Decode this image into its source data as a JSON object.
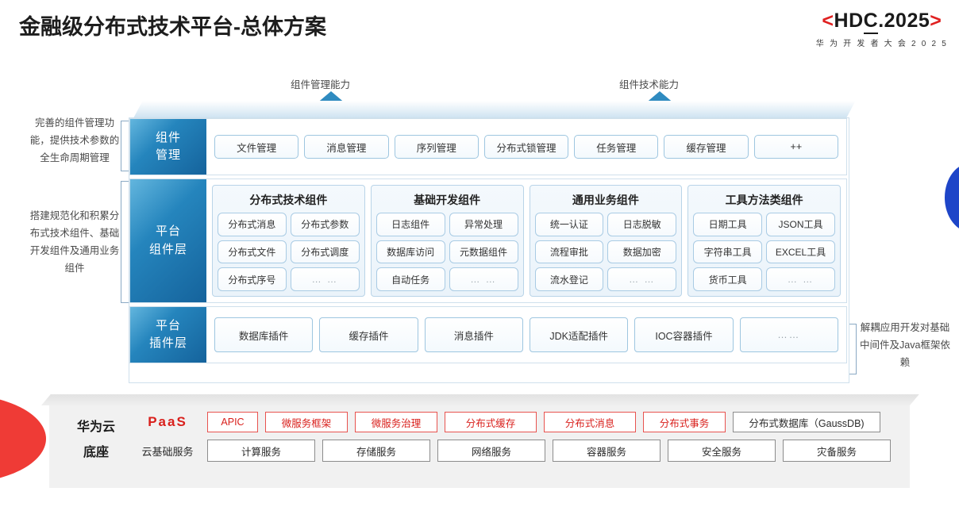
{
  "header": {
    "title": "金融级分布式技术平台-总体方案",
    "logo": {
      "bracket_left": "<",
      "main_a": "HD",
      "main_underlined": "C",
      "main_b": ".2025",
      "bracket_right": ">",
      "subtitle": "华 为 开 发 者 大 会 2 0 2 5",
      "bracket_color": "#e02020",
      "text_color": "#1a1a1a"
    }
  },
  "arrows": [
    {
      "label": "组件管理能力"
    },
    {
      "label": "组件技术能力"
    }
  ],
  "side_notes": {
    "left_top": "完善的组件管理功能，提供技术参数的全生命周期管理",
    "left_bottom": "搭建规范化和积累分布式技术组件、基础开发组件及通用业务组件",
    "right": "解耦应用开发对基础中间件及Java框架依赖"
  },
  "rows": {
    "component_management": {
      "label": "组件\n管理",
      "items": [
        "文件管理",
        "消息管理",
        "序列管理",
        "分布式锁管理",
        "任务管理",
        "缓存管理",
        "++"
      ]
    },
    "platform_component_layer": {
      "label": "平台\n组件层",
      "groups": [
        {
          "title": "分布式技术组件",
          "items": [
            "分布式消息",
            "分布式参数",
            "分布式文件",
            "分布式调度",
            "分布式序号",
            "… …"
          ]
        },
        {
          "title": "基础开发组件",
          "items": [
            "日志组件",
            "异常处理",
            "数据库访问",
            "元数据组件",
            "自动任务",
            "… …"
          ]
        },
        {
          "title": "通用业务组件",
          "items": [
            "统一认证",
            "日志脱敏",
            "流程审批",
            "数据加密",
            "流水登记",
            "… …"
          ]
        },
        {
          "title": "工具方法类组件",
          "items": [
            "日期工具",
            "JSON工具",
            "字符串工具",
            "EXCEL工具",
            "货币工具",
            "… …"
          ]
        }
      ]
    },
    "platform_plugin_layer": {
      "label": "平台\n插件层",
      "items": [
        "数据库插件",
        "缓存插件",
        "消息插件",
        "JDK适配插件",
        "IOC容器插件",
        "……"
      ]
    }
  },
  "base": {
    "title": "华为云\n底座",
    "paas": {
      "tag": "PaaS",
      "tag_color": "#d9201c",
      "items": [
        {
          "label": "APIC",
          "style": "red"
        },
        {
          "label": "微服务框架",
          "style": "red"
        },
        {
          "label": "微服务治理",
          "style": "red"
        },
        {
          "label": "分布式缓存",
          "style": "red"
        },
        {
          "label": "分布式消息",
          "style": "red"
        },
        {
          "label": "分布式事务",
          "style": "red"
        },
        {
          "label": "分布式数据库（GaussDB)",
          "style": "grey"
        }
      ]
    },
    "cloud": {
      "tag": "云基础服务",
      "items": [
        "计算服务",
        "存储服务",
        "网络服务",
        "容器服务",
        "安全服务",
        "灾备服务"
      ]
    }
  },
  "decor": {
    "red_wedge_color": "#ef3b36",
    "blue_lens_color": "#1e45c8",
    "row_label_gradient_from": "#63b6de",
    "row_label_gradient_to": "#15639c"
  }
}
